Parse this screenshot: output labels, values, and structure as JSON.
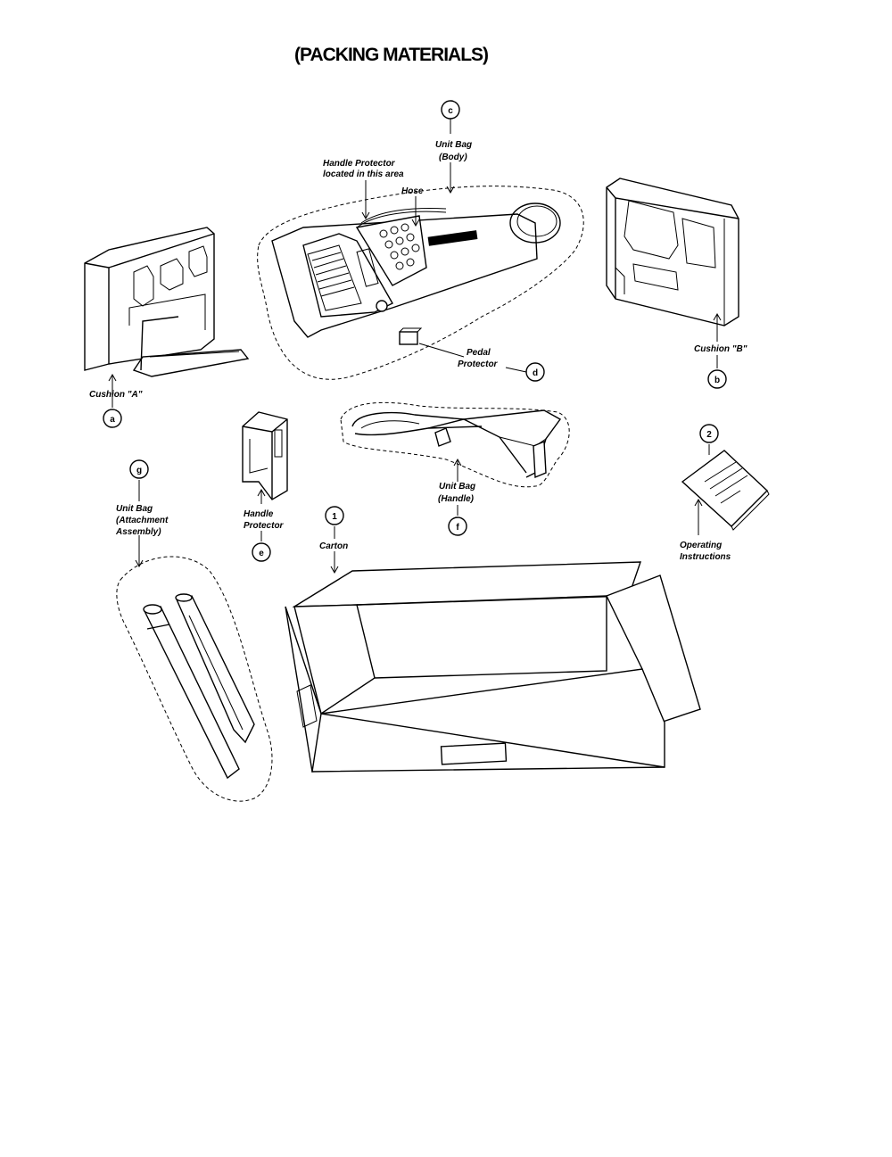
{
  "title": "(PACKING MATERIALS)",
  "parts": {
    "a": {
      "callout": "a",
      "label_lines": [
        "Cushion \"A\""
      ]
    },
    "b": {
      "callout": "b",
      "label_lines": [
        "Cushion \"B\""
      ]
    },
    "c": {
      "callout": "c",
      "label_lines": [
        "Unit Bag",
        "(Body)"
      ]
    },
    "d": {
      "callout": "d",
      "label_lines": [
        "Pedal",
        "Protector"
      ]
    },
    "e": {
      "callout": "e",
      "label_lines": [
        "Handle",
        "Protector"
      ]
    },
    "f": {
      "callout": "f",
      "label_lines": [
        "Unit Bag",
        "(Handle)"
      ]
    },
    "g": {
      "callout": "g",
      "label_lines": [
        "Unit Bag",
        "(Attachment",
        "Assembly)"
      ]
    },
    "carton": {
      "callout": "1",
      "label_lines": [
        "Carton"
      ]
    },
    "instructions": {
      "callout": "2",
      "label_lines": [
        "Operating",
        "Instructions"
      ]
    }
  },
  "notes": {
    "handle_protector_area": [
      "Handle Protector",
      "located in this area"
    ],
    "hose": "Hose"
  }
}
